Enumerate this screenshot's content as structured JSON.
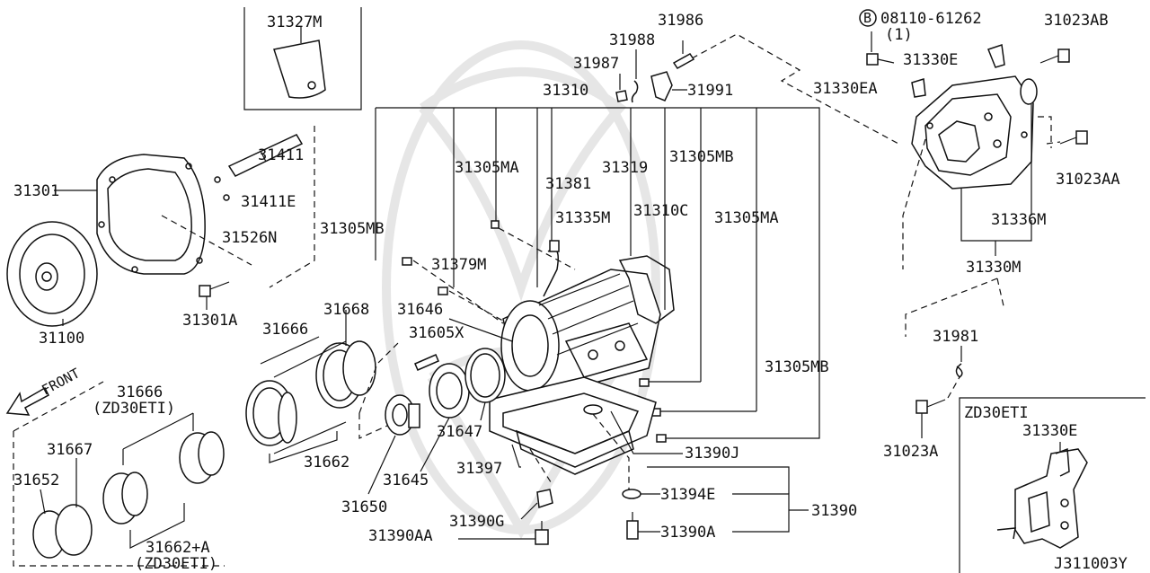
{
  "diagram_code": "J311003Y",
  "front_arrow_label": "FRONT",
  "bolt_spec": {
    "symbol": "B",
    "part_no": "08110-61262",
    "qty": "(1)"
  },
  "labels": {
    "p31327M": "31327M",
    "p31986": "31986",
    "p31988": "31988",
    "p31987": "31987",
    "p31991": "31991",
    "p31310": "31310",
    "p31411": "31411",
    "p31411E": "31411E",
    "p31301": "31301",
    "p31526N": "31526N",
    "p31301A": "31301A",
    "p31100": "31100",
    "p31305MA_a": "31305MA",
    "p31381": "31381",
    "p31319": "31319",
    "p31305MB_a": "31305MB",
    "p31335M": "31335M",
    "p31310C": "31310C",
    "p31305MB_b": "31305MB",
    "p31305MA_b": "31305MA",
    "p31379M": "31379M",
    "p31666": "31666",
    "p31668": "31668",
    "p31646": "31646",
    "p31605X": "31605X",
    "p31305MB_c": "31305MB",
    "p31666_zd": "31666",
    "p31666_zd_note": "(ZD30ETI)",
    "p31667": "31667",
    "p31652": "31652",
    "p31662": "31662",
    "p31645": "31645",
    "p31647": "31647",
    "p31650": "31650",
    "p31397": "31397",
    "p31390J": "31390J",
    "p31394E": "31394E",
    "p31390": "31390",
    "p31390G": "31390G",
    "p31390AA": "31390AA",
    "p31390A": "31390A",
    "p31662A": "31662+A",
    "p31662A_note": "(ZD30ETI)",
    "p31023AB": "31023AB",
    "p31330E": "31330E",
    "p31330EA": "31330EA",
    "p31023AA": "31023AA",
    "p31336M": "31336M",
    "p31330M": "31330M",
    "p31981": "31981",
    "p31023A": "31023A",
    "inset_title": "ZD30ETI",
    "inset_31330E": "31330E"
  }
}
